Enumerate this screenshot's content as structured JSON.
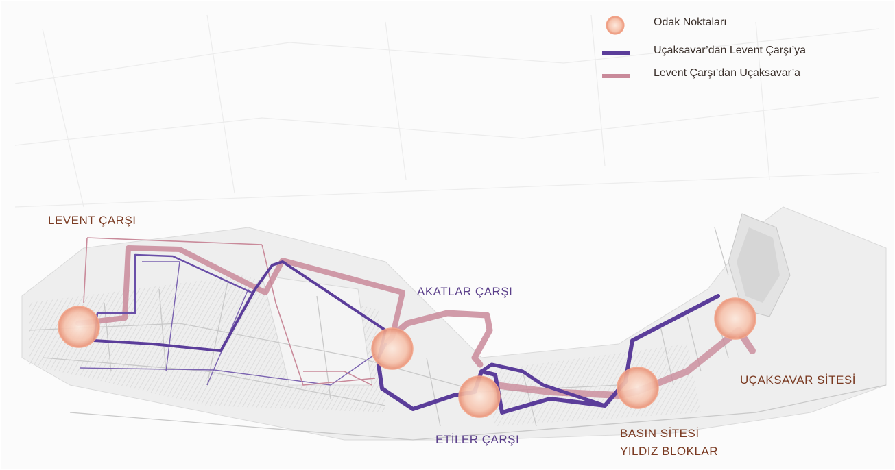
{
  "legend": {
    "focus_points": "Odak Noktaları",
    "route_a": "Uçaksavar’dan Levent Çarşı’ya",
    "route_b": "Levent Çarşı’dan Uçaksavar’a"
  },
  "places": {
    "levent": "LEVENT ÇARŞI",
    "akatlar": "AKATLAR ÇARŞI",
    "etiler": "ETİLER ÇARŞI",
    "basin_line1": "BASIN SİTESİ",
    "basin_line2": "YILDIZ BLOKLAR",
    "ucaksavar": "UÇAKSAVAR SİTESİ"
  },
  "colors": {
    "route_a": "#5b3d9a",
    "route_b": "#c98a9a",
    "focus_point": "#f4b49a",
    "frame": "#3a9a62"
  }
}
